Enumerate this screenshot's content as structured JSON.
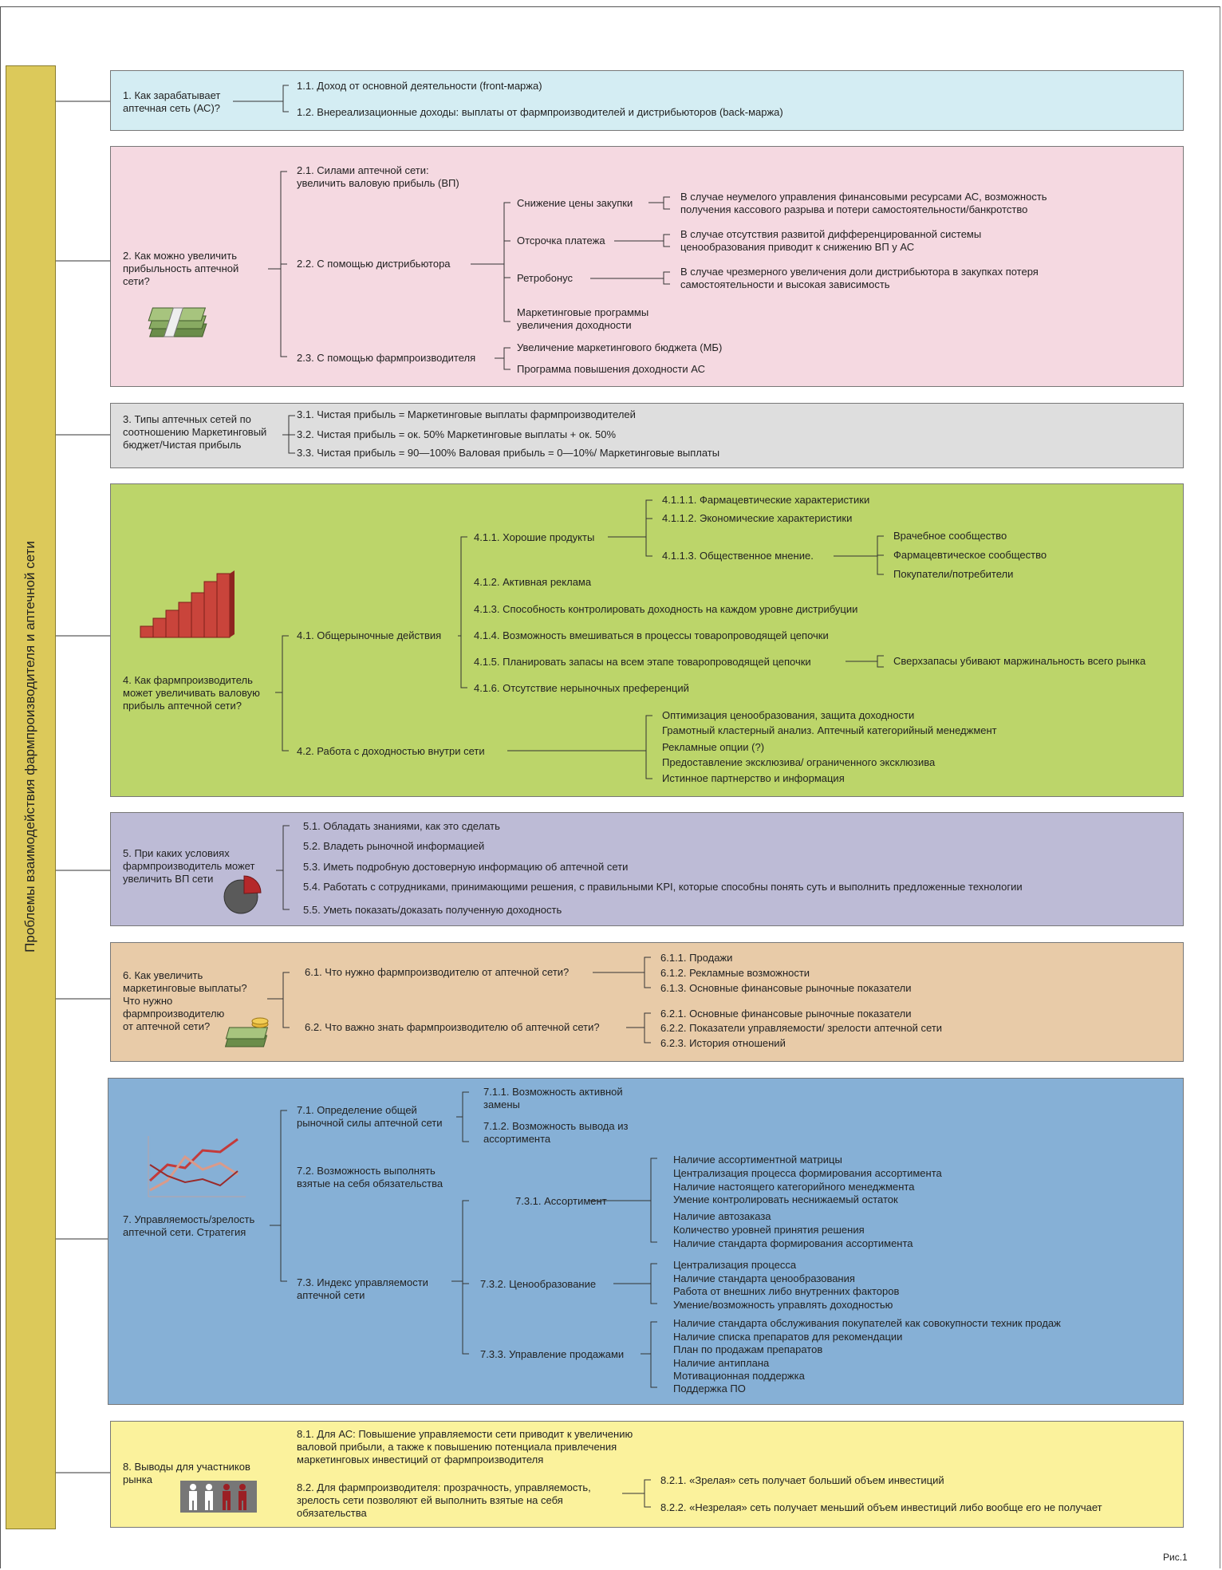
{
  "spine_title": "Проблемы взаимодействия фармпроизводителя и аптечной сети",
  "figure_label": "Рис.1",
  "colors": {
    "spine": "#dcc95a",
    "s1": "#d4edf3",
    "s2": "#f5d9e1",
    "s3": "#dedede",
    "s4": "#bcd56a",
    "s5": "#bdbbd6",
    "s6": "#e8cba8",
    "s7": "#86b0d6",
    "s8": "#fbf29c"
  },
  "s1": {
    "q": "1. Как зарабатывает\nаптечная сеть (АС)?",
    "a1": "1.1. Доход от основной деятельности (front-маржа)",
    "a2": "1.2. Внереализационные доходы: выплаты от фармпроизводителей и дистрибьюторов (back-маржа)"
  },
  "s2": {
    "q": "2. Как можно увеличить\nприбыльность аптечной\nсети?",
    "icon": "money-stack-icon",
    "a1": "2.1. Силами аптечной сети:\nувеличить валовую прибыль (ВП)",
    "a2": "2.2. С помощью дистрибьютора",
    "a3": "2.3. С помощью фармпроизводителя",
    "d1": "Снижение цены закупки",
    "d2": "Отсрочка платежа",
    "d3": "Ретробонус",
    "d4": "Маркетинговые программы\nувеличения доходности",
    "r1": "В случае неумелого управления финансовыми ресурсами АС, возможность\nполучения кассового разрыва и потери самостоятельности/банкротство",
    "r2": "В случае отсутствия развитой дифференцированной системы\nценообразования приводит к снижению ВП у АС",
    "r3": "В случае чрезмерного увеличения доли дистрибьютора в закупках потеря\nсамостоятельности и высокая зависимость",
    "m1": "Увеличение маркетингового бюджета (МБ)",
    "m2": "Программа повышения доходности АС"
  },
  "s3": {
    "q": "3. Типы аптечных сетей по\nсоотношению Маркетинговый\nбюджет/Чистая прибыль",
    "a1": "3.1. Чистая прибыль = Маркетинговые выплаты фармпроизводителей",
    "a2": "3.2. Чистая прибыль = ок. 50% Маркетинговые выплаты + ок. 50%",
    "a3": "3.3. Чистая прибыль = 90—100%  Валовая прибыль = 0—10%/ Маркетинговые выплаты"
  },
  "s4": {
    "q": "4. Как фармпроизводитель\nможет увеличивать валовую\nприбыль аптечной сети?",
    "icon": "bar-chart-icon",
    "a1": "4.1. Общерыночные действия",
    "a2": "4.2. Работа с доходностью внутри сети",
    "b1": "4.1.1. Хорошие продукты",
    "b2": "4.1.2. Активная реклама",
    "b3": "4.1.3. Способность контролировать доходность на каждом уровне дистрибуции",
    "b4": "4.1.4. Возможность вмешиваться в процессы товаропроводящей цепочки",
    "b5": "4.1.5. Планировать запасы на всем этапе товаропроводящей цепочки",
    "b6": "4.1.6.  Отсутствие нерыночных преференций",
    "c1": "4.1.1.1. Фармацевтические характеристики",
    "c2": "4.1.1.2. Экономические характеристики",
    "c3": "4.1.1.3. Общественное мнение.",
    "e1": "Врачебное сообщество",
    "e2": "Фармацевтическое сообщество",
    "e3": "Покупатели/потребители",
    "f1": "Сверхзапасы убивают маржинальность всего рынка",
    "g1": "Оптимизация ценообразования, защита доходности",
    "g2": "Грамотный кластерный анализ. Аптечный категорийный менеджмент",
    "g3": "Рекламные опции (?)",
    "g4": "Предоставление эксклюзива/ ограниченного эксклюзива",
    "g5": "Истинное партнерство и информация"
  },
  "s5": {
    "q": "5. При каких условиях\nфармпроизводитель может\nувеличить ВП сети",
    "icon": "pie-chart-icon",
    "a1": "5.1. Обладать знаниями, как это сделать",
    "a2": "5.2. Владеть рыночной информацией",
    "a3": "5.3. Иметь подробную достоверную информацию об аптечной сети",
    "a4": "5.4. Работать с сотрудниками, принимающими решения, с правильными KPI, которые способны понять суть и выполнить предложенные технологии",
    "a5": "5.5. Уметь показать/доказать полученную доходность"
  },
  "s6": {
    "q": "6. Как увеличить\nмаркетинговые выплаты?\nЧто нужно\nфармпроизводителю\nот аптечной сети?",
    "icon": "money-coins-icon",
    "a1": "6.1. Что нужно фармпроизводителю от аптечной сети?",
    "a2": "6.2. Что важно знать фармпроизводителю об аптечной сети?",
    "b1": "6.1.1. Продажи",
    "b2": "6.1.2. Рекламные возможности",
    "b3": "6.1.3. Основные финансовые рыночные показатели",
    "c1": "6.2.1. Основные финансовые рыночные показатели",
    "c2": "6.2.2. Показатели управляемости/ зрелости аптечной сети",
    "c3": "6.2.3. История отношений"
  },
  "s7": {
    "q": "7. Управляемость/зрелость\nаптечной сети. Стратегия",
    "icon": "line-chart-icon",
    "a1": "7.1. Определение общей\nрыночной силы аптечной сети",
    "a2": "7.2. Возможность выполнять\nвзятые на себя обязательства",
    "a3": "7.3.  Индекс управляемости\nаптечной сети",
    "b1": "7.1.1. Возможность активной\nзамены",
    "b2": "7.1.2. Возможность вывода из\nассортимента",
    "c1": "7.3.1. Ассортимент",
    "c2": "7.3.2.  Ценообразование",
    "c3": "7.3.3. Управление продажами",
    "assort": [
      "Наличие ассортиментной матрицы",
      "Централизация процесса формирования ассортимента",
      "Наличие настоящего категорийного менеджмента",
      "Умение контролировать неснижаемый остаток",
      "Наличие автозаказа",
      "Количество уровней принятия решения",
      "Наличие стандарта формирования ассортимента"
    ],
    "price": [
      "Централизация процесса",
      "Наличие стандарта ценообразования",
      "Работа от внешних либо внутренних факторов",
      "Умение/возможность управлять доходностью"
    ],
    "sales": [
      "Наличие стандарта обслуживания покупателей как совокупности техник продаж",
      "Наличие списка препаратов для рекомендации",
      "План по продажам препаратов",
      "Наличие антиплана",
      "Мотивационная поддержка",
      "Поддержка ПО"
    ]
  },
  "s8": {
    "q": "8.  Выводы для участников\n      рынка",
    "icon": "people-icon",
    "a1": "8.1. Для АС: Повышение управляемости сети приводит к увеличению\nваловой прибыли, а также к повышению потенциала привлечения\nмаркетинговых инвестиций от фармпроизводителя",
    "a2": "8.2. Для фармпроизводителя: прозрачность, управляемость,\nзрелость сети позволяют ей выполнить взятые на себя\nобязательства",
    "b1": "8.2.1. «Зрелая» сеть получает больший объем инвестиций",
    "b2": "8.2.2. «Незрелая» сеть получает меньший объем инвестиций либо вообще его не получает"
  }
}
